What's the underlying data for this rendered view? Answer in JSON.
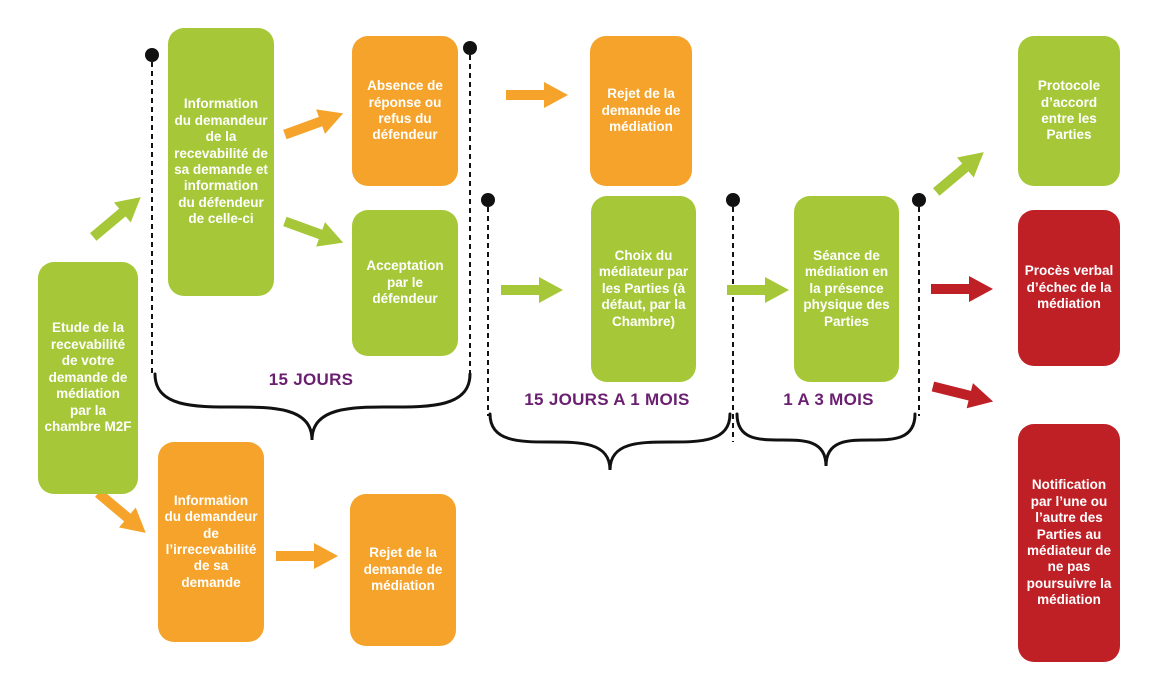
{
  "diagram": {
    "type": "flowchart",
    "language": "fr",
    "colors": {
      "node_green": "#a6c838",
      "node_orange": "#f5a32b",
      "node_red": "#bf2026",
      "timeline_label": "#6a1f70",
      "connector_black": "#111111",
      "node_text": "#ffffff",
      "background": "#ffffff"
    },
    "nodes": {
      "etude": {
        "text": "Etude de la recevabilité de votre demande de médiation par la chambre M2F",
        "color": "green"
      },
      "info_recevabilite": {
        "text": "Information du demandeur de la recevabilité de sa demande et information du défendeur de celle-ci",
        "color": "green"
      },
      "absence_reponse": {
        "text": "Absence de réponse ou refus du défendeur",
        "color": "orange"
      },
      "acceptation": {
        "text": "Acceptation par le défendeur",
        "color": "green"
      },
      "rejet_haut": {
        "text": "Rejet de la demande de médiation",
        "color": "orange"
      },
      "choix_mediateur": {
        "text": "Choix du médiateur par les Parties (à défaut, par la Chambre)",
        "color": "green"
      },
      "seance_mediation": {
        "text": "Séance de médiation en la présence physique des Parties",
        "color": "green"
      },
      "protocole_accord": {
        "text": "Protocole d’accord entre les Parties",
        "color": "green"
      },
      "proces_verbal": {
        "text": "Procès verbal d’échec de la médiation",
        "color": "red"
      },
      "notification": {
        "text": "Notification par l’une ou l’autre des Parties au médiateur de ne pas poursuivre la médiation",
        "color": "red"
      },
      "info_irrecevabilite": {
        "text": "Information du demandeur de l’irrecevabilité de sa demande",
        "color": "orange"
      },
      "rejet_bas": {
        "text": "Rejet de la demande de médiation",
        "color": "orange"
      }
    },
    "timeline": {
      "span1": "15 JOURS",
      "span2": "15 JOURS A 1 MOIS",
      "span3": "1 A 3 MOIS"
    }
  }
}
